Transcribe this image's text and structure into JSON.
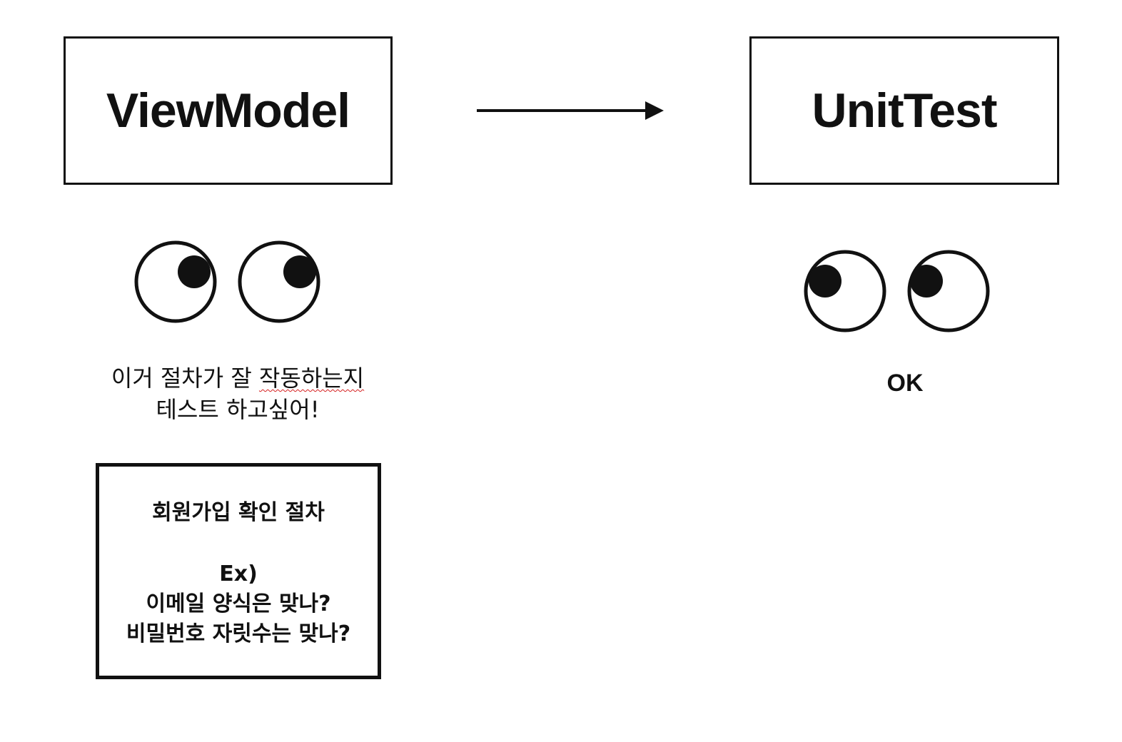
{
  "viewmodel": {
    "title": "ViewModel",
    "caption_line1_plain": "이거 절차가 잘 ",
    "caption_line1_marked": "작동하는지",
    "caption_line2": "테스트 하고싶어!"
  },
  "unittest": {
    "title": "UnitTest",
    "caption": "OK"
  },
  "procedure": {
    "title": "회원가입 확인 절차",
    "example_label": "Ex)",
    "checks": [
      "이메일 양식은 맞나?",
      "비밀번호 자릿수는 맞나?"
    ]
  },
  "colors": {
    "stroke": "#111111",
    "spellcheck": "#d62020",
    "background": "#ffffff"
  },
  "icons": {
    "vm_eyes": "eyes-looking-up-right",
    "ut_eyes": "eyes-looking-up-left",
    "arrow": "arrow-right"
  }
}
